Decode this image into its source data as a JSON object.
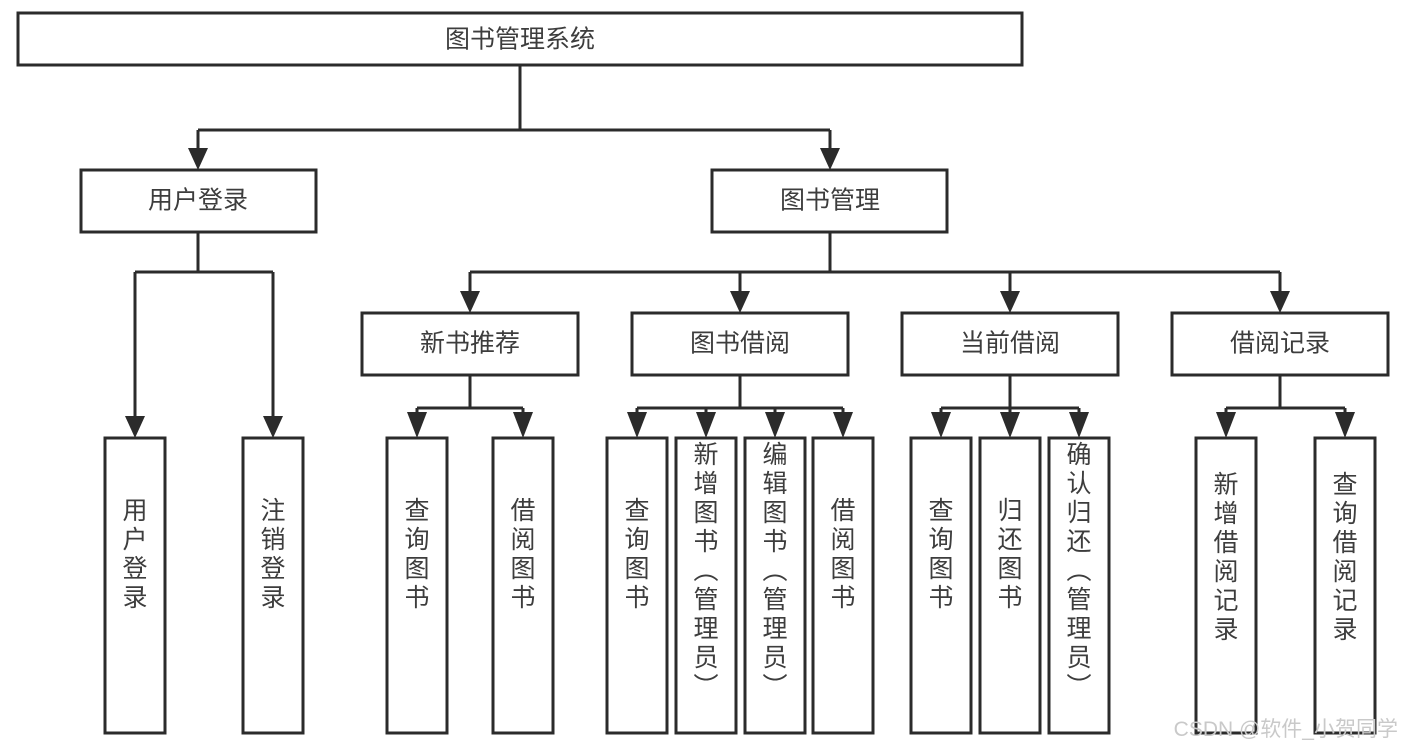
{
  "diagram": {
    "type": "tree-hierarchy",
    "title": "图书管理系统",
    "orientation": "top-down",
    "levels": 4,
    "root": {
      "id": "root",
      "label": "图书管理系统",
      "level": 0
    },
    "level1": [
      {
        "id": "user-login",
        "label": "用户登录",
        "level": 1
      },
      {
        "id": "book-management",
        "label": "图书管理",
        "level": 1
      }
    ],
    "level2": [
      {
        "id": "new-book-recommend",
        "label": "新书推荐",
        "level": 2,
        "parent": "book-management"
      },
      {
        "id": "book-borrow",
        "label": "图书借阅",
        "level": 2,
        "parent": "book-management"
      },
      {
        "id": "current-borrow",
        "label": "当前借阅",
        "level": 2,
        "parent": "book-management"
      },
      {
        "id": "borrow-record",
        "label": "借阅记录",
        "level": 2,
        "parent": "book-management"
      }
    ],
    "leaves": [
      {
        "id": "leaf-user-login",
        "label": "用户登录",
        "parent": "user-login"
      },
      {
        "id": "leaf-user-logout",
        "label": "注销登录",
        "parent": "user-login"
      },
      {
        "id": "leaf-query-book-1",
        "label": "查询图书",
        "parent": "new-book-recommend"
      },
      {
        "id": "leaf-borrow-book-1",
        "label": "借阅图书",
        "parent": "new-book-recommend"
      },
      {
        "id": "leaf-query-book-2",
        "label": "查询图书",
        "parent": "book-borrow"
      },
      {
        "id": "leaf-add-book",
        "label": "新增图书（管理员）",
        "parent": "book-borrow"
      },
      {
        "id": "leaf-edit-book",
        "label": "编辑图书（管理员）",
        "parent": "book-borrow"
      },
      {
        "id": "leaf-borrow-book-2",
        "label": "借阅图书",
        "parent": "book-borrow"
      },
      {
        "id": "leaf-query-book-3",
        "label": "查询图书",
        "parent": "current-borrow"
      },
      {
        "id": "leaf-return-book",
        "label": "归还图书",
        "parent": "current-borrow"
      },
      {
        "id": "leaf-confirm-return",
        "label": "确认归还（管理员）",
        "parent": "current-borrow"
      },
      {
        "id": "leaf-add-record",
        "label": "新增借阅记录",
        "parent": "borrow-record"
      },
      {
        "id": "leaf-query-record",
        "label": "查询借阅记录",
        "parent": "borrow-record"
      }
    ]
  },
  "watermark": {
    "text": "CSDN @软件_小贺同学"
  },
  "colors": {
    "stroke": "#2b2b2b",
    "text": "#3d3d3d",
    "background": "#ffffff",
    "watermark": "#c9c9c9"
  }
}
